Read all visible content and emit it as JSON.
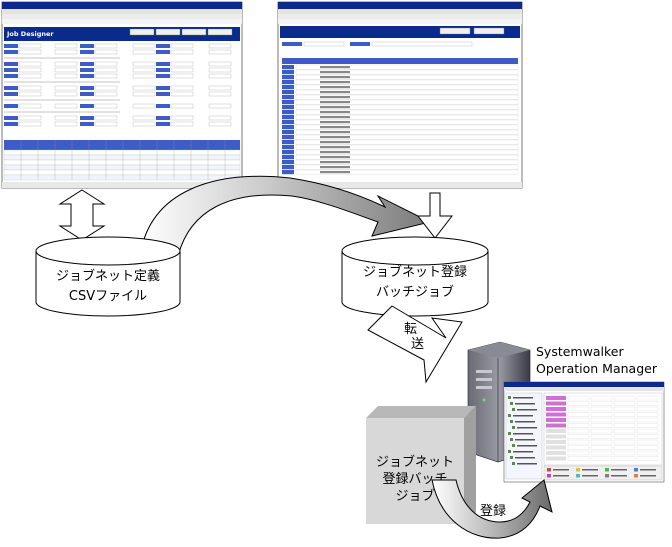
{
  "windows": {
    "left": {
      "app_title": "Job Designer",
      "toolbar_buttons": [
        "",
        "",
        "",
        ""
      ]
    },
    "right": {
      "app_title": ""
    }
  },
  "cylinders": {
    "csv": {
      "line1": "ジョブネット定義",
      "line2": "CSVファイル"
    },
    "batch": {
      "line1": "ジョブネット登録",
      "line2": "バッチジョブ"
    }
  },
  "transfer_label": {
    "line1": "転",
    "line2": "送"
  },
  "server": {
    "line1": "Systemwalker",
    "line2": "Operation Manager"
  },
  "box": {
    "line1": "ジョブネット",
    "line2": "登録バッチ",
    "line3": "ジョブ"
  },
  "register_label": "登録",
  "colors": {
    "window_blue": "#0a2a8c",
    "header_blue": "#3c5cc8",
    "arrow_fill": "#ffffff",
    "arrow_gray": "#9a9a9a",
    "box_face": "#d8d8d8",
    "box_side": "#a8a8a8",
    "server_dark": "#4a4a54"
  }
}
